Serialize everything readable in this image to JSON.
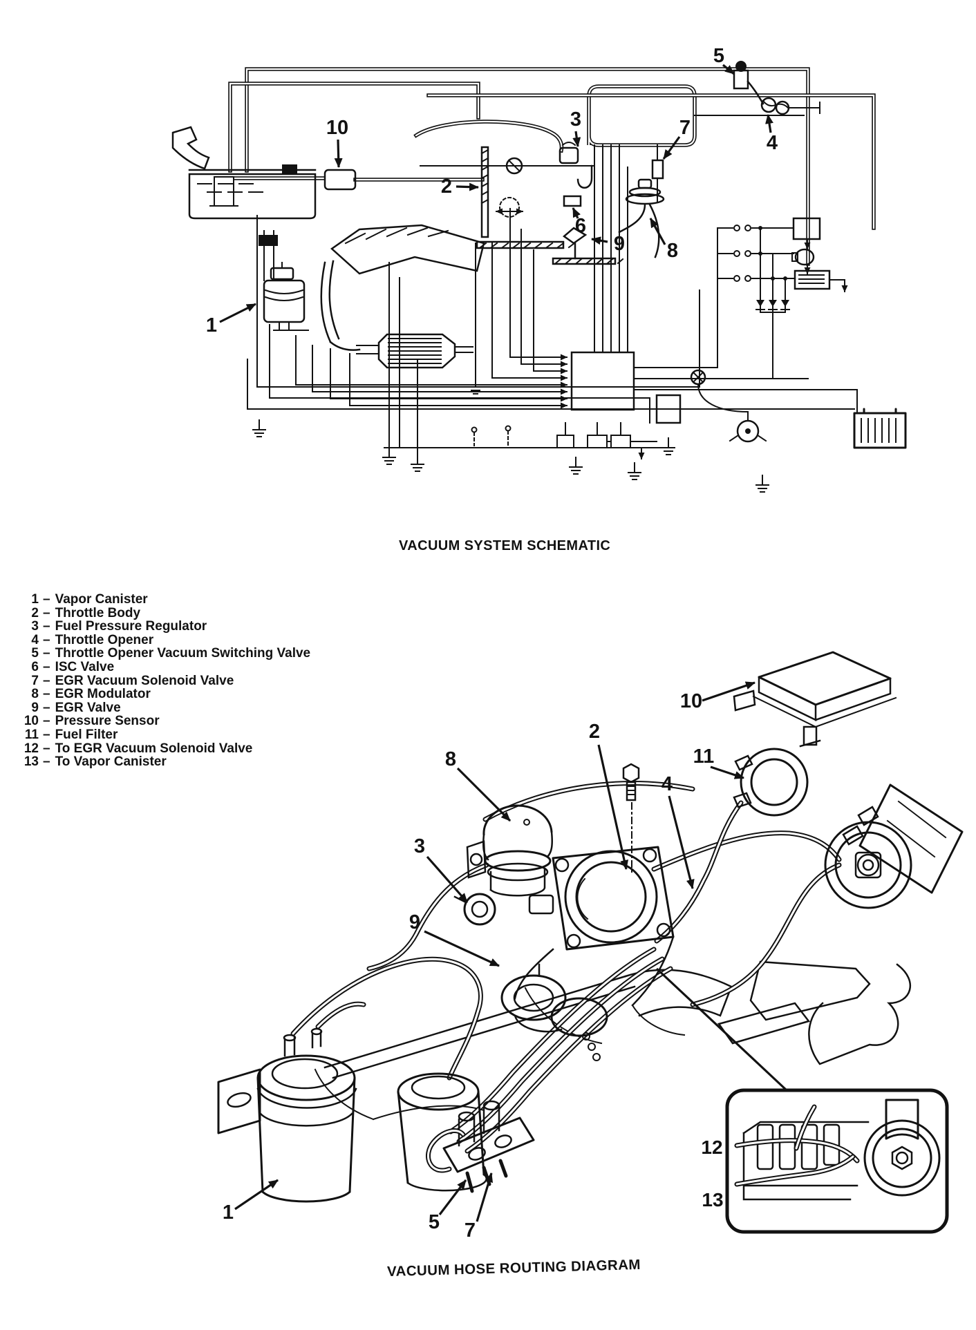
{
  "colors": {
    "ink": "#121212",
    "paper": "#ffffff"
  },
  "schematic": {
    "caption": "VACUUM SYSTEM SCHEMATIC",
    "callouts": [
      {
        "label": "1"
      },
      {
        "label": "2"
      },
      {
        "label": "3"
      },
      {
        "label": "4"
      },
      {
        "label": "5"
      },
      {
        "label": "6"
      },
      {
        "label": "7"
      },
      {
        "label": "8"
      },
      {
        "label": "9"
      },
      {
        "label": "10"
      }
    ]
  },
  "legend": {
    "separator": "–",
    "items": [
      {
        "num": "1",
        "label": "Vapor Canister"
      },
      {
        "num": "2",
        "label": "Throttle Body"
      },
      {
        "num": "3",
        "label": "Fuel Pressure Regulator"
      },
      {
        "num": "4",
        "label": "Throttle Opener"
      },
      {
        "num": "5",
        "label": "Throttle Opener Vacuum Switching Valve"
      },
      {
        "num": "6",
        "label": "ISC Valve"
      },
      {
        "num": "7",
        "label": "EGR Vacuum Solenoid Valve"
      },
      {
        "num": "8",
        "label": "EGR Modulator"
      },
      {
        "num": "9",
        "label": "EGR Valve"
      },
      {
        "num": "10",
        "label": "Pressure Sensor"
      },
      {
        "num": "11",
        "label": "Fuel Filter"
      },
      {
        "num": "12",
        "label": "To EGR Vacuum Solenoid Valve"
      },
      {
        "num": "13",
        "label": "To Vapor Canister"
      }
    ]
  },
  "routing": {
    "caption": "VACUUM HOSE ROUTING DIAGRAM",
    "callouts": [
      {
        "label": "1"
      },
      {
        "label": "2"
      },
      {
        "label": "3"
      },
      {
        "label": "4"
      },
      {
        "label": "5"
      },
      {
        "label": "7"
      },
      {
        "label": "8"
      },
      {
        "label": "9"
      },
      {
        "label": "10"
      },
      {
        "label": "11"
      },
      {
        "label": "12"
      },
      {
        "label": "13"
      }
    ]
  }
}
